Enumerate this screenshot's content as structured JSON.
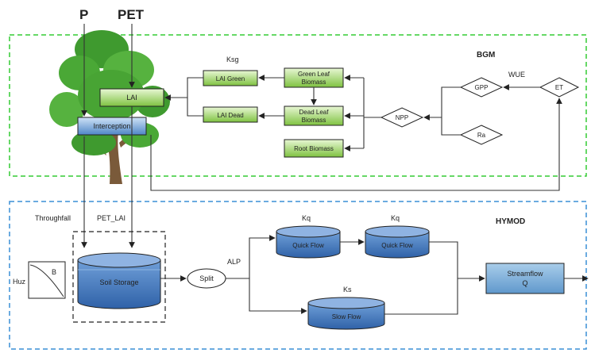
{
  "inputs": {
    "precip": "P",
    "pet": "PET"
  },
  "sections": {
    "bgm": "BGM",
    "hymod": "HYMOD"
  },
  "canopy": {
    "lai": "LAI",
    "interception": "Interception"
  },
  "bgm_nodes": {
    "lai_green": "LAI Green",
    "lai_dead": "LAI Dead",
    "green_leaf_biomass": [
      "Green Leaf",
      "Biomass"
    ],
    "dead_leaf_biomass": [
      "Dead Leaf",
      "Biomass"
    ],
    "root_biomass": "Root Biomass",
    "npp": "NPP",
    "gpp": "GPP",
    "ra": "Ra",
    "et": "ET"
  },
  "bgm_labels": {
    "ksg": "Ksg",
    "wue": "WUE"
  },
  "hymod_labels": {
    "throughfall": "Throughfall",
    "pet_lai": "PET_LAI",
    "huz": "Huz",
    "b": "B",
    "alp": "ALP",
    "kq1": "Kq",
    "kq2": "Kq",
    "ks": "Ks"
  },
  "hymod_nodes": {
    "soil_storage": "Soil Storage",
    "split": "Split",
    "quick_flow_1": "Quick Flow",
    "quick_flow_2": "Quick Flow",
    "slow_flow": "Slow Flow",
    "streamflow": [
      "Streamflow",
      "Q"
    ]
  },
  "colors": {
    "bgm_border": "#33cc33",
    "hymod_border": "#3a8fd6",
    "green_box": "#8fce4f",
    "tank": "#4f86c6",
    "streamflow": "#6fa8d6"
  }
}
